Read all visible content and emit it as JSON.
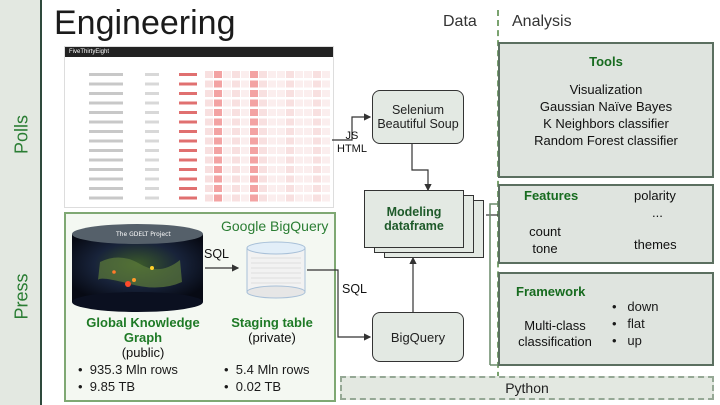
{
  "title": "Engineering",
  "headers": {
    "data": "Data",
    "analysis": "Analysis"
  },
  "sections": {
    "polls": "Polls",
    "press": "Press"
  },
  "screenshot": {
    "brand": "FiveThirtyEight"
  },
  "nodes": {
    "selenium": [
      "Selenium",
      "Beautiful Soup"
    ],
    "js_html": [
      "JS",
      "HTML"
    ],
    "modeling": [
      "Modeling",
      "dataframe"
    ],
    "bigquery": "BigQuery",
    "google_bigquery": "Google BigQuery",
    "sql_left": "SQL",
    "sql_right": "SQL",
    "gdelt_caption": "The GDELT Project"
  },
  "global_graph": {
    "title": "Global Knowledge Graph",
    "subtitle": "(public)",
    "stats": [
      "935.3 Mln rows",
      "9.85 TB"
    ]
  },
  "staging": {
    "title": "Staging table",
    "subtitle": "(private)",
    "stats": [
      "5.4 Mln rows",
      "0.02 TB"
    ]
  },
  "tools": {
    "heading": "Tools",
    "items": [
      "Visualization",
      "Gaussian Naïve Bayes",
      "K Neighbors classifier",
      "Random Forest classifier"
    ]
  },
  "features": {
    "heading": "Features",
    "words": {
      "polarity": "polarity",
      "ellipsis": "...",
      "count": "count",
      "tone": "tone",
      "themes": "themes"
    }
  },
  "framework": {
    "heading": "Framework",
    "label": [
      "Multi-class",
      "classification"
    ],
    "items": [
      "down",
      "flat",
      "up"
    ]
  },
  "python": "Python"
}
